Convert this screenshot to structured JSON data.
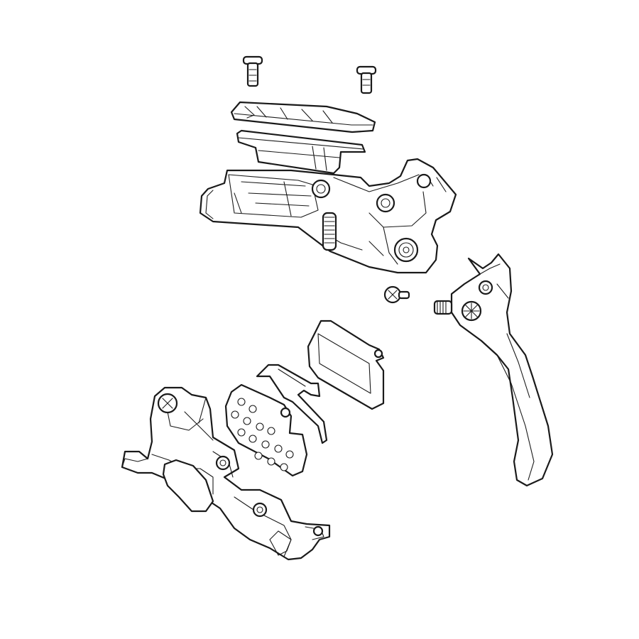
{
  "diagram": {
    "colors": {
      "line": "#1a1a1a",
      "fill": "#ffffff",
      "background": "#ffffff"
    },
    "parts": [
      "reservoir-cap-screw-left",
      "reservoir-cap-screw-right",
      "reservoir-cap",
      "reservoir-diaphragm",
      "master-cylinder-body",
      "lever-pivot-bolt",
      "brake-lever-blade",
      "brake-pad-front",
      "pad-spring-clip",
      "brake-pad-rear",
      "brake-caliper"
    ]
  }
}
